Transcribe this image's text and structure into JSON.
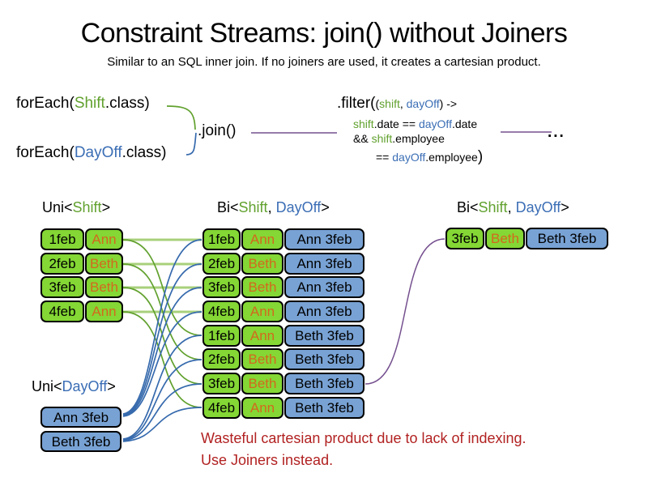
{
  "colors": {
    "green": "#61a12e",
    "blue": "#3b6eb5",
    "purple": "#75508f",
    "boxGreen": "#84d734",
    "boxBlue": "#78a2d4",
    "orange": "#d2691e",
    "red": "#b22222",
    "paleGreen": "#a8d07b"
  },
  "title": "Constraint Streams: join() without Joiners",
  "subtitle": "Similar to an SQL inner join. If no joiners are used, it creates a cartesian product.",
  "code": {
    "foreach_shift": {
      "pre": "forEach(",
      "cls": "Shift",
      "post": ".class)"
    },
    "foreach_dayoff": {
      "pre": "forEach(",
      "cls": "DayOff",
      "post": ".class)"
    },
    "join": ".join()",
    "filter": {
      "l1_big": ".filter(",
      "l1_p1": "(",
      "l1_shift": "shift",
      "l1_comma": ", ",
      "l1_dayoff": "dayOff",
      "l1_p2": ") ->",
      "l2_shift": "shift",
      "l2_m1": ".date == ",
      "l2_dayoff": "dayOff",
      "l2_m2": ".date",
      "l3_m1": "&& ",
      "l3_shift": "shift",
      "l3_m2": ".employee",
      "l4_m1": "== ",
      "l4_dayoff": "dayOff",
      "l4_m2": ".employee",
      "l4_big": ")"
    },
    "ellipsis": "..."
  },
  "labels": {
    "uni_shift": {
      "pre": "Uni<",
      "shift": "Shift",
      "post": ">"
    },
    "bi_mid": {
      "pre": "Bi<",
      "shift": "Shift",
      "sep": ", ",
      "dayoff": "DayOff",
      "post": ">"
    },
    "bi_right": {
      "pre": "Bi<",
      "shift": "Shift",
      "sep": ", ",
      "dayoff": "DayOff",
      "post": ">"
    },
    "uni_dayoff": {
      "pre": "Uni<",
      "dayoff": "DayOff",
      "post": ">"
    }
  },
  "uni_shift_rows": [
    {
      "date": "1feb",
      "name": "Ann"
    },
    {
      "date": "2feb",
      "name": "Beth"
    },
    {
      "date": "3feb",
      "name": "Beth"
    },
    {
      "date": "4feb",
      "name": "Ann"
    }
  ],
  "uni_dayoff_rows": [
    {
      "text": "Ann 3feb"
    },
    {
      "text": "Beth 3feb"
    }
  ],
  "bi_rows": [
    {
      "date": "1feb",
      "name": "Ann",
      "dayoff": "Ann 3feb"
    },
    {
      "date": "2feb",
      "name": "Beth",
      "dayoff": "Ann 3feb"
    },
    {
      "date": "3feb",
      "name": "Beth",
      "dayoff": "Ann 3feb"
    },
    {
      "date": "4feb",
      "name": "Ann",
      "dayoff": "Ann 3feb"
    },
    {
      "date": "1feb",
      "name": "Ann",
      "dayoff": "Beth 3feb"
    },
    {
      "date": "2feb",
      "name": "Beth",
      "dayoff": "Beth 3feb"
    },
    {
      "date": "3feb",
      "name": "Beth",
      "dayoff": "Beth 3feb"
    },
    {
      "date": "4feb",
      "name": "Ann",
      "dayoff": "Beth 3feb"
    }
  ],
  "result_rows": [
    {
      "date": "3feb",
      "name": "Beth",
      "dayoff": "Beth 3feb"
    }
  ],
  "note": {
    "line1": "Wasteful cartesian product due to lack of indexing.",
    "line2": "Use Joiners instead."
  }
}
